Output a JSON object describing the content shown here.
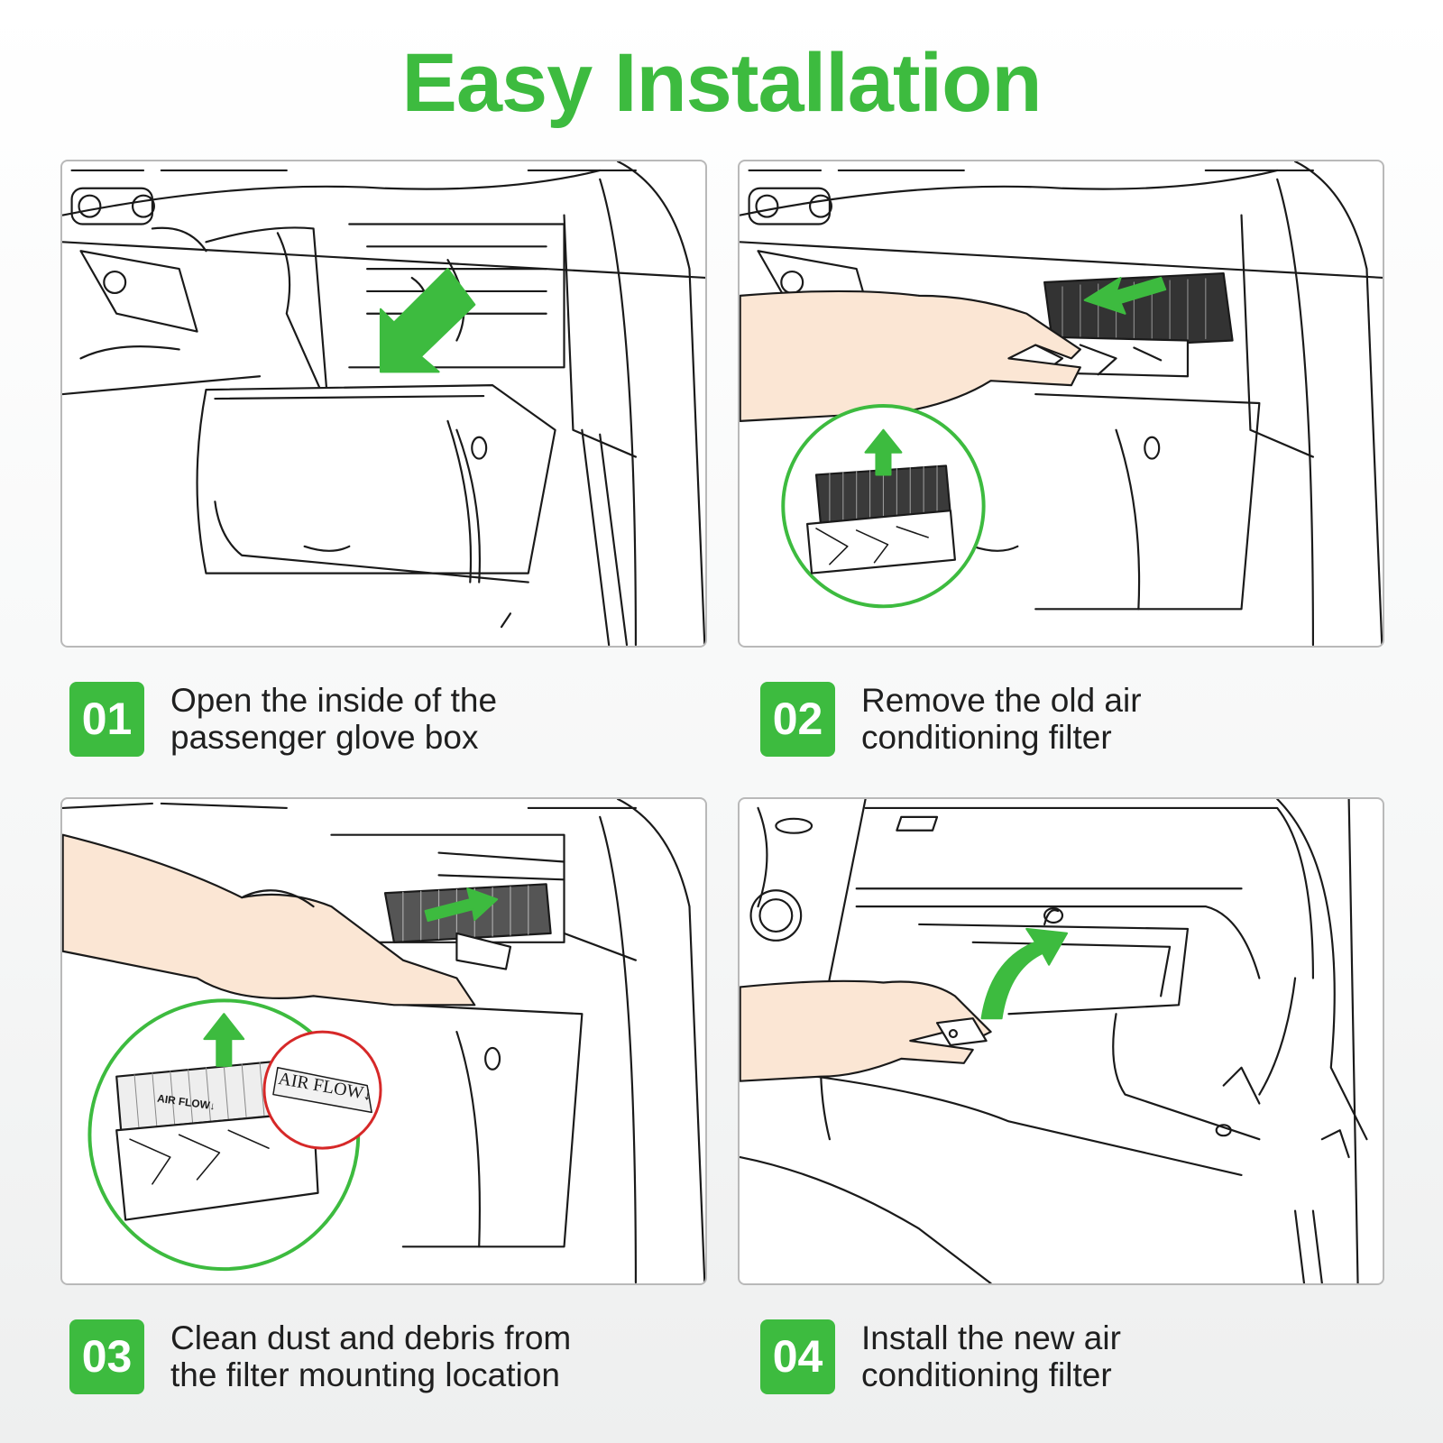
{
  "title": "Easy Installation",
  "colors": {
    "accent": "#3dbb3f",
    "panel_border": "#b9b9b9",
    "text": "#1f1f1f",
    "inset_ring": "#3dbb3f",
    "zoom_ring": "#d62828"
  },
  "steps": [
    {
      "number": "01",
      "line1": "Open the inside of the",
      "line2": "passenger glove box",
      "illustration": "glove-box-open"
    },
    {
      "number": "02",
      "line1": "Remove the old air",
      "line2": "conditioning filter",
      "illustration": "remove-old-filter"
    },
    {
      "number": "03",
      "line1": "Clean dust and debris from",
      "line2": "the filter mounting location",
      "illustration": "insert-new-filter"
    },
    {
      "number": "04",
      "line1": "Install the new air",
      "line2": "conditioning filter",
      "illustration": "close-glove-box"
    }
  ],
  "insets": {
    "step3_label_small": "AIR FLOW↓",
    "step3_label_large": "AIR FLOW↓"
  }
}
